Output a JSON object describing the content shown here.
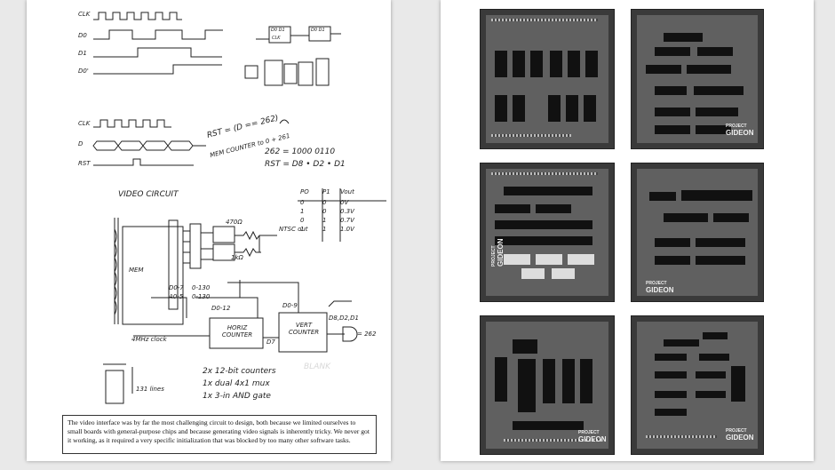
{
  "caption": "The video interface was by far the most challenging circuit to design, both because we limited ourselves to small boards with general-purpose chips and because generating video signals is inherently tricky. We never got it working, as it required a very specific initialization that was blocked by too many other software tasks.",
  "notes": {
    "sig_clk": "CLK",
    "sig_d0": "D0",
    "sig_d1": "D1",
    "sig_d0b": "D0'",
    "ff_label1": "D0 D1",
    "ff_label2": "D0 D1",
    "ff_clk": "CLK",
    "sig_clk2": "CLK",
    "sig_d": "D",
    "sig_rst": "RST",
    "rst_eq": "RST = (D == 262)",
    "reset_note": "MEM COUNTER to 0 + 261",
    "eq_262": "262 = 1000 0110",
    "rst_expr": "RST = D8 • D2 • D1",
    "video_title": "VIDEO CIRCUIT",
    "table_headers": [
      "PO",
      "P1",
      "Vout"
    ],
    "table_rows": [
      [
        "0",
        "0",
        "0V"
      ],
      [
        "1",
        "0",
        "0.3V"
      ],
      [
        "0",
        "1",
        "0.7V"
      ],
      [
        "1",
        "1",
        "1.0V"
      ]
    ],
    "r1": "470Ω",
    "r2": "1kΩ",
    "ntsc": "NTSC out",
    "mem": "MEM",
    "d0_7": "D0-7",
    "a0_5": "A0-5",
    "range1": "0-130",
    "range2": "0-130",
    "d0_12": "D0-12",
    "d0_9": "D0-9",
    "horiz": "HORIZ COUNTER",
    "vert": "VERT COUNTER",
    "d7": "D7",
    "d8": "D8,D2,D1",
    "eq262b": "= 262",
    "clock": "4MHz clock",
    "lines": "131 lines",
    "counters": "2x 12-bit counters",
    "mux": "1x dual 4x1 mux",
    "andgate": "1x 3-in AND gate",
    "faint": "BLANK"
  },
  "logo": {
    "line1": "PROJECT",
    "line2": "GIDEON"
  }
}
